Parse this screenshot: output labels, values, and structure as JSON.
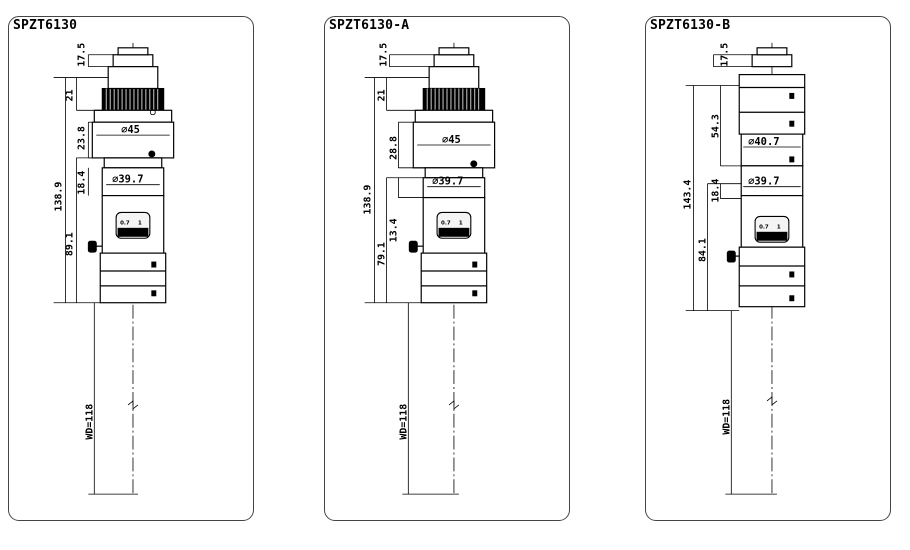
{
  "panels": [
    {
      "title": "SPZT6130",
      "dims": {
        "top": "17.5",
        "knob": "21",
        "section": "23.8",
        "lower": "18.4",
        "total": "138.9",
        "body": "89.1",
        "dia1": "∅45",
        "dia2": "∅39.7",
        "wd": "WD=118"
      },
      "scale": [
        "0.7",
        "1"
      ]
    },
    {
      "title": "SPZT6130-A",
      "dims": {
        "top": "17.5",
        "knob": "21",
        "section": "28.8",
        "lower": "13.4",
        "total": "138.9",
        "body": "79.1",
        "dia1": "∅45",
        "dia2": "∅39.7",
        "wd": "WD=118"
      },
      "scale": [
        "0.7",
        "1"
      ]
    },
    {
      "title": "SPZT6130-B",
      "dims": {
        "top": "17.5",
        "upper": "54.3",
        "lower": "18.4",
        "total": "143.4",
        "body": "84.1",
        "dia1": "∅40.7",
        "dia2": "∅39.7",
        "wd": "WD=118"
      },
      "scale": [
        "0.7",
        "1"
      ]
    }
  ]
}
